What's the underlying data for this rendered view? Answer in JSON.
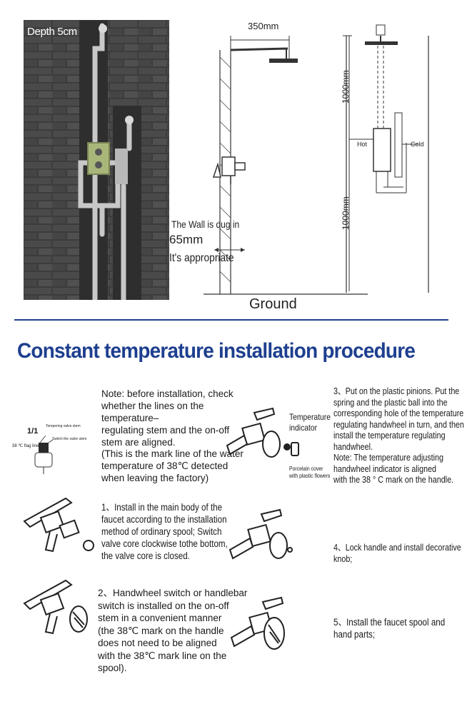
{
  "photo": {
    "depth_label": "Depth 5cm"
  },
  "diagram_left": {
    "width_dim": "350mm",
    "wall_note_1": "The Wall is dug in",
    "wall_note_2": "65mm",
    "wall_note_3": "It's appropriate",
    "ground_label": "Ground"
  },
  "diagram_right": {
    "upper_dim": "1000mm",
    "lower_dim": "1000mm",
    "hot_label": "Hot",
    "cold_label": "Cold"
  },
  "title": "Constant temperature installation procedure",
  "note": {
    "lines": [
      "Note: before installation, check",
      "whether the lines on the temperature–",
      "regulating stem and the on-off",
      "stem are aligned.",
      "(This is the mark line of the water",
      "temperature of 38℃ detected",
      "when leaving the factory)"
    ]
  },
  "small_fig": {
    "ratio": "1/1",
    "stem1": "Tempering valve stem",
    "stem2": "Switch the valve stem",
    "flag": "38 ℃ flag line"
  },
  "steps": {
    "step1": [
      "1、Install in the main body of the",
      "faucet according to the installation",
      "method of ordinary spool; Switch",
      "valve core clockwise tothe bottom,",
      "the valve core is closed."
    ],
    "step2": [
      "2、Handwheel switch or handlebar",
      "switch is installed on the on-off",
      "stem in a convenient manner",
      "(the 38℃ mark on the handle",
      "does not need to be aligned",
      "with the 38℃ mark line on the",
      "spool)."
    ],
    "step3": [
      "3、Put on the plastic pinions. Put the",
      "spring and the plastic ball into the",
      "corresponding hole of the temperature",
      "regulating handwheel in turn, and then",
      "install the temperature regulating",
      "handwheel.",
      "Note: The temperature adjusting",
      "handwheel indicator is aligned",
      "with the 38 ° C mark on the handle."
    ],
    "step4": [
      "4、Lock handle and install decorative",
      "knob;"
    ],
    "step5": [
      "5、Install the faucet spool and",
      "hand parts;"
    ]
  },
  "callouts": {
    "temp_indicator_1": "Temperature",
    "temp_indicator_2": "indicator",
    "porcelain_1": "Porcelain cover",
    "porcelain_2": "with plastic flowers"
  }
}
